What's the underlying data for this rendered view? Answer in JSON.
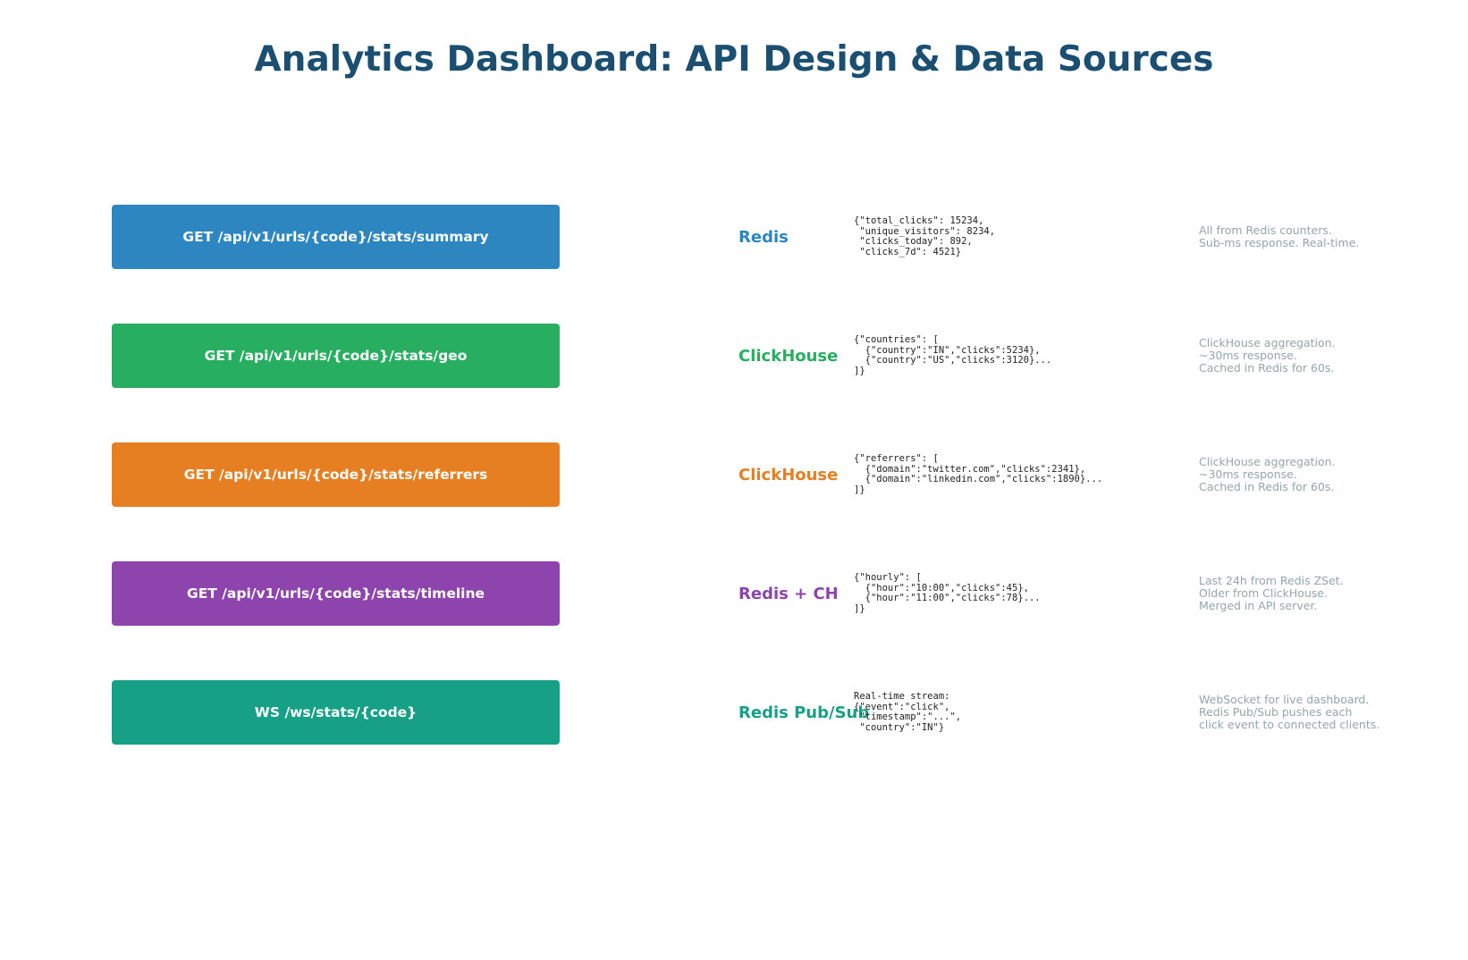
{
  "title": "Analytics Dashboard: API Design & Data Sources",
  "rows": [
    {
      "endpoint": "GET /api/v1/urls/{code}/stats/summary",
      "source": "Redis",
      "color": "#2e86c1",
      "response": "{\"total_clicks\": 15234,\n \"unique_visitors\": 8234,\n \"clicks_today\": 892,\n \"clicks_7d\": 4521}",
      "note": "All from Redis counters.\nSub-ms response. Real-time."
    },
    {
      "endpoint": "GET /api/v1/urls/{code}/stats/geo",
      "source": "ClickHouse",
      "color": "#27ae60",
      "response": "{\"countries\": [\n  {\"country\":\"IN\",\"clicks\":5234},\n  {\"country\":\"US\",\"clicks\":3120}...\n]}",
      "note": "ClickHouse aggregation.\n~30ms response.\nCached in Redis for 60s."
    },
    {
      "endpoint": "GET /api/v1/urls/{code}/stats/referrers",
      "source": "ClickHouse",
      "color": "#e67e22",
      "response": "{\"referrers\": [\n  {\"domain\":\"twitter.com\",\"clicks\":2341},\n  {\"domain\":\"linkedin.com\",\"clicks\":1890}...\n]}",
      "note": "ClickHouse aggregation.\n~30ms response.\nCached in Redis for 60s."
    },
    {
      "endpoint": "GET /api/v1/urls/{code}/stats/timeline",
      "source": "Redis + CH",
      "color": "#8e44ad",
      "response": "{\"hourly\": [\n  {\"hour\":\"10:00\",\"clicks\":45},\n  {\"hour\":\"11:00\",\"clicks\":78}...\n]}",
      "note": "Last 24h from Redis ZSet.\nOlder from ClickHouse.\nMerged in API server."
    },
    {
      "endpoint": "WS /ws/stats/{code}",
      "source": "Redis Pub/Sub",
      "color": "#16a085",
      "response": "Real-time stream:\n{\"event\":\"click\",\n \"timestamp\":\"...\",\n \"country\":\"IN\"}",
      "note": "WebSocket for live dashboard.\nRedis Pub/Sub pushes each\nclick event to connected clients."
    }
  ]
}
